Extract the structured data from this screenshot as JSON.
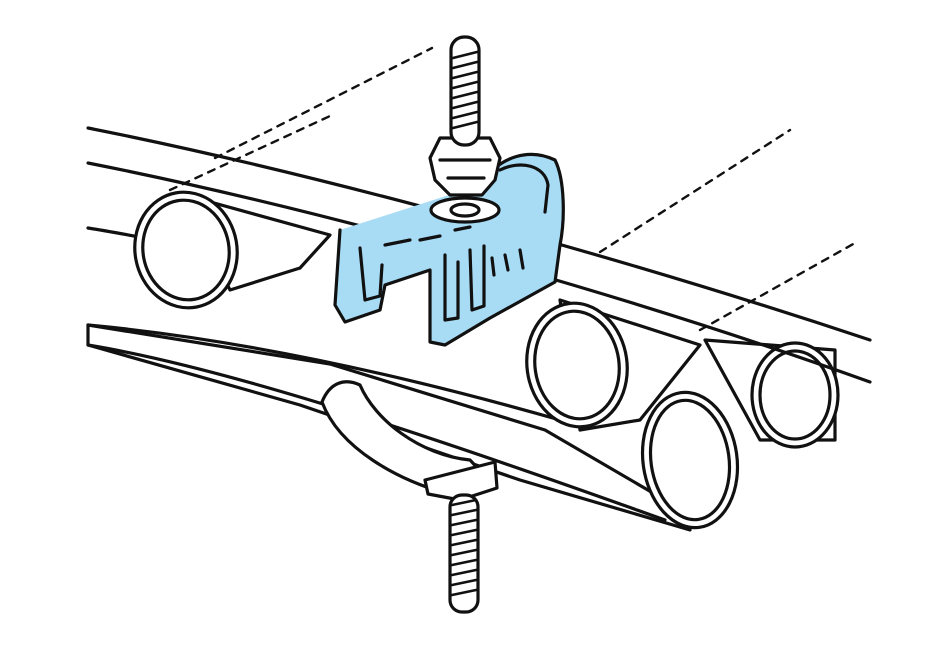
{
  "colors": {
    "background": "#ffffff",
    "line": "#111111",
    "clamp_highlight": "#a8dcf5"
  },
  "parts": {
    "highlighted": "clamp-bracket",
    "items": [
      "threaded-rod-top",
      "nut",
      "washer",
      "clamp-bracket",
      "saddle-cradle",
      "threaded-rod-bottom",
      "pipe-1",
      "pipe-2",
      "pipe-3",
      "pipe-4",
      "beam-flange"
    ]
  }
}
